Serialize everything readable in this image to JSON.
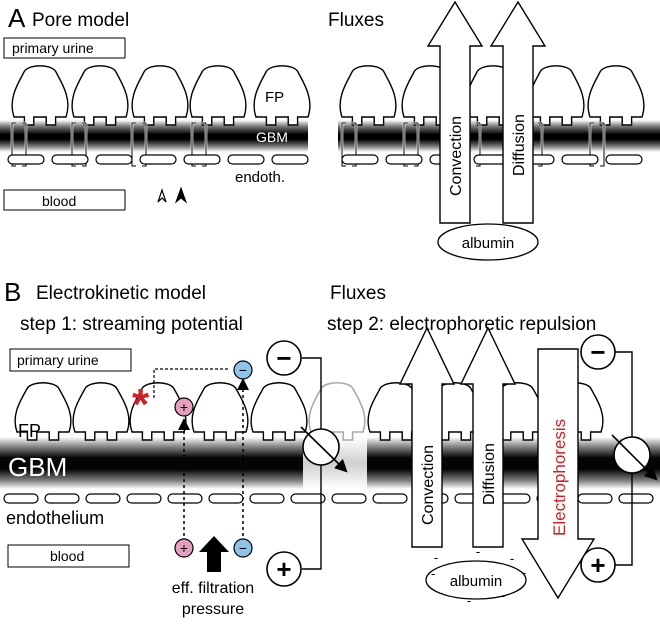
{
  "panel_a": {
    "letter": "A",
    "title": "Pore model",
    "fluxes_title": "Fluxes",
    "primary_urine": "primary urine",
    "blood": "blood",
    "fp": "FP",
    "gbm": "GBM",
    "endoth": "endoth.",
    "convection": "Convection",
    "diffusion": "Diffusion",
    "albumin": "albumin"
  },
  "panel_b": {
    "letter": "B",
    "title": "Electrokinetic model",
    "fluxes_title": "Fluxes",
    "step1": "step 1: streaming potential",
    "step2": "step 2: electrophoretic repulsion",
    "primary_urine": "primary urine",
    "blood": "blood",
    "fp": "FP",
    "gbm": "GBM",
    "endothelium": "endothelium",
    "pressure_line1": "eff. filtration",
    "pressure_line2": "pressure",
    "convection": "Convection",
    "diffusion": "Diffusion",
    "electrophoresis": "Electrophoresis",
    "albumin": "albumin",
    "plus": "+",
    "minus": "−",
    "albumin_charge": "-",
    "asterisk": "*"
  },
  "colors": {
    "accent_red": "#d01f26",
    "plus_ion_fill": "#e59fbf",
    "minus_ion_fill": "#8fc3e7",
    "grey_podocyte": "#aaaaaa"
  }
}
